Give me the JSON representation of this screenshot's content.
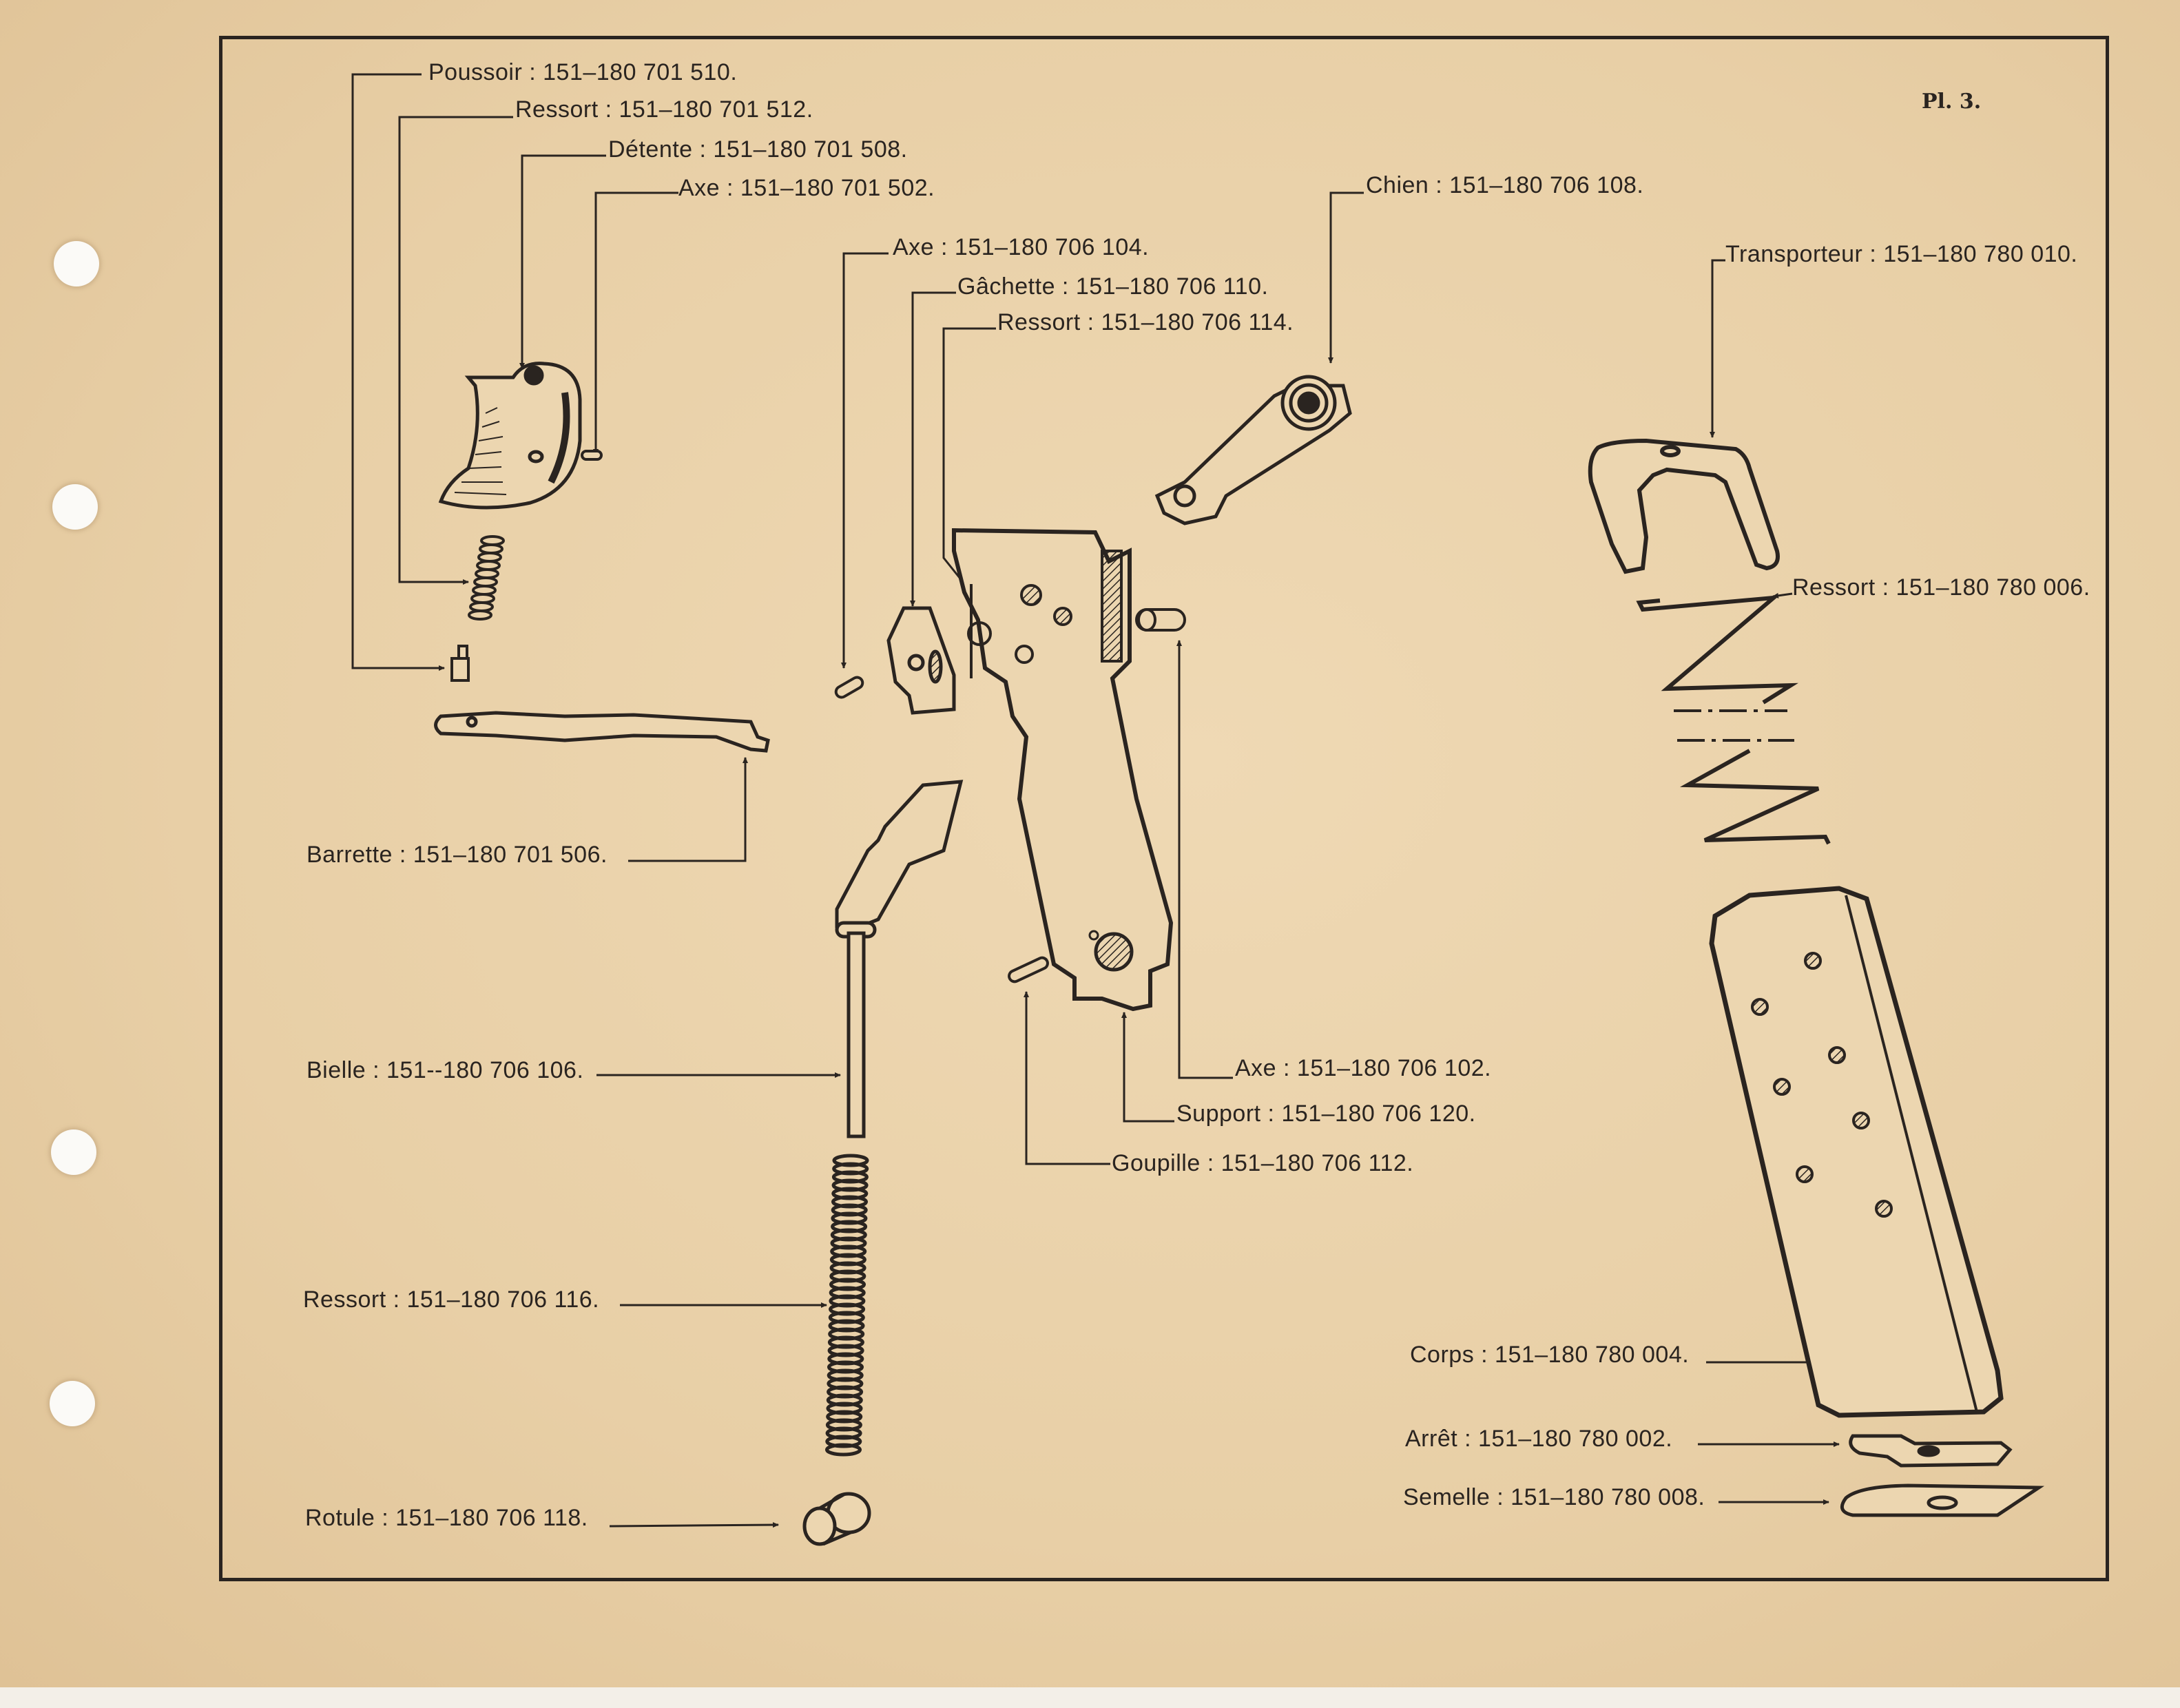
{
  "plate": {
    "number": "Pl. 3."
  },
  "colors": {
    "paper": "#e9d0a8",
    "ink": "#2a2420",
    "hole": "#fbfaf7"
  },
  "groups": {
    "trigger_assembly": [
      {
        "name": "Poussoir",
        "ref": "151–180 701 510."
      },
      {
        "name": "Ressort",
        "ref": "151–180 701 512."
      },
      {
        "name": "Détente",
        "ref": "151–180 701 508."
      },
      {
        "name": "Axe",
        "ref": "151–180 701 502."
      },
      {
        "name": "Barrette",
        "ref": "151–180 701 506."
      }
    ],
    "hammer_assembly": [
      {
        "name": "Axe",
        "ref": "151–180 706 104."
      },
      {
        "name": "Gâchette",
        "ref": "151–180 706 110."
      },
      {
        "name": "Ressort",
        "ref": "151–180 706 114."
      },
      {
        "name": "Chien",
        "ref": "151–180 706 108."
      },
      {
        "name": "Axe",
        "ref": "151–180 706 102."
      },
      {
        "name": "Support",
        "ref": "151–180 706 120."
      },
      {
        "name": "Goupille",
        "ref": "151–180 706 112."
      },
      {
        "name": "Bielle",
        "ref": "151--180 706 106."
      },
      {
        "name": "Ressort",
        "ref": "151–180 706 116."
      },
      {
        "name": "Rotule",
        "ref": "151–180 706 118."
      }
    ],
    "magazine": [
      {
        "name": "Transporteur",
        "ref": "151–180 780 010."
      },
      {
        "name": "Ressort",
        "ref": "151–180 780 006."
      },
      {
        "name": "Corps",
        "ref": "151–180 780 004."
      },
      {
        "name": "Arrêt",
        "ref": "151–180 780 002."
      },
      {
        "name": "Semelle",
        "ref": "151–180 780 008."
      }
    ]
  },
  "labels": {
    "poussoir": "Poussoir : 151–180 701 510.",
    "ressort_701_512": "Ressort : 151–180 701 512.",
    "detente": "Détente : 151–180 701 508.",
    "axe_701_502": "Axe : 151–180 701 502.",
    "barrette": "Barrette : 151–180 701 506.",
    "axe_706_104": "Axe : 151–180 706 104.",
    "gachette": "Gâchette : 151–180 706 110.",
    "ressort_706_114": "Ressort : 151–180 706 114.",
    "chien": "Chien : 151–180 706 108.",
    "axe_706_102": "Axe : 151–180 706 102.",
    "support": "Support : 151–180 706 120.",
    "goupille": "Goupille : 151–180 706 112.",
    "bielle": "Bielle : 151--180 706 106.",
    "ressort_706_116": "Ressort : 151–180 706 116.",
    "rotule": "Rotule : 151–180 706 118.",
    "transporteur": "Transporteur : 151–180 780 010.",
    "ressort_780_006": "Ressort : 151–180 780 006.",
    "corps": "Corps : 151–180 780 004.",
    "arret": "Arrêt : 151–180 780 002.",
    "semelle": "Semelle : 151–180 780 008."
  }
}
